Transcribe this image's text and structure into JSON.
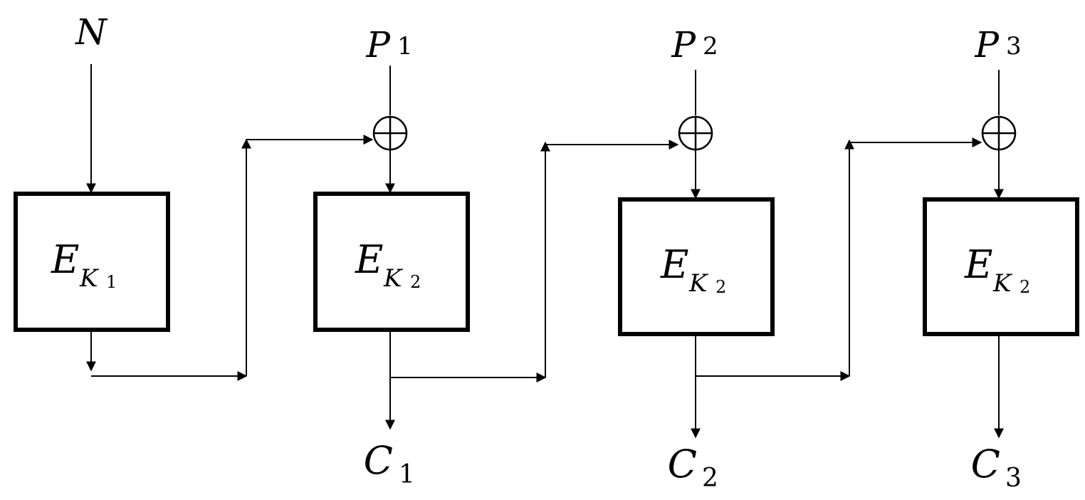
{
  "inputs": {
    "nonce": "N",
    "p1": {
      "main": "P",
      "sub": "1"
    },
    "p2": {
      "main": "P",
      "sub": "2"
    },
    "p3": {
      "main": "P",
      "sub": "3"
    }
  },
  "blocks": [
    {
      "main": "E",
      "key": "K",
      "sub": "1"
    },
    {
      "main": "E",
      "key": "K",
      "sub": "2"
    },
    {
      "main": "E",
      "key": "K",
      "sub": "2"
    },
    {
      "main": "E",
      "key": "K",
      "sub": "2"
    }
  ],
  "outputs": {
    "c1": {
      "main": "C",
      "sub": "1"
    },
    "c2": {
      "main": "C",
      "sub": "2"
    },
    "c3": {
      "main": "C",
      "sub": "3"
    }
  },
  "colors": {
    "stroke": "#000000",
    "background": "#ffffff"
  }
}
